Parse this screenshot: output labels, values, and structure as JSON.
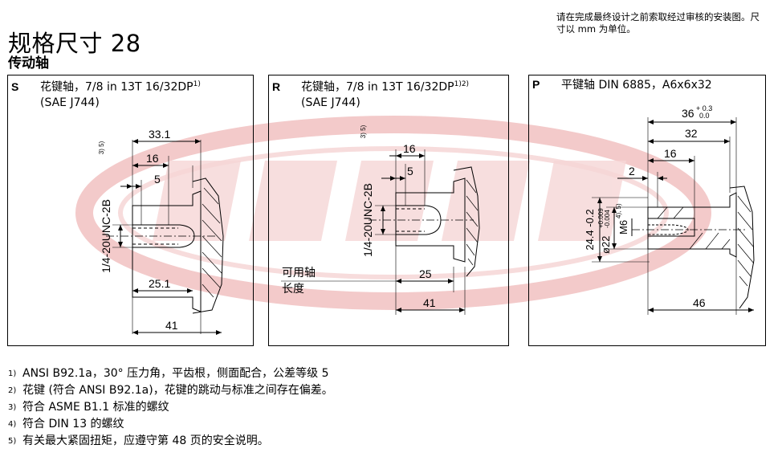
{
  "title": "规格尺寸 28",
  "top_note": "请在完成最终设计之前索取经过审核的安装图。尺寸以 mm 为单位。",
  "section_heading": "传动轴",
  "panels": [
    {
      "code": "S",
      "title": "花键轴，7/8 in 13T 16/32DP",
      "title_sup": "1)",
      "subtitle": "(SAE J744)",
      "dims": {
        "d1": "33.1",
        "d2": "16",
        "d3": "5",
        "d4": "25.1",
        "d5": "41",
        "thread": "1/4-20UNC-2B",
        "thread_sup": "3) 5)"
      }
    },
    {
      "code": "R",
      "title": "花键轴，7/8 in 13T 16/32DP",
      "title_sup": "1)2)",
      "subtitle": "(SAE J744)",
      "dims": {
        "d1": "16",
        "d2": "5",
        "d3": "25",
        "d4": "41",
        "thread": "1/4-20UNC-2B",
        "thread_sup": "3) 5)",
        "usable_label_1": "可用轴",
        "usable_label_2": "长度"
      }
    },
    {
      "code": "P",
      "title": "平键轴 DIN 6885，A6x6x32",
      "title_sup": "",
      "subtitle": "",
      "dims": {
        "d1": "36",
        "d1_tol_up": "+ 0.3",
        "d1_tol_lo": "0.0",
        "d2": "32",
        "d3": "16",
        "d4": "2",
        "d5": "46",
        "v1": "24.4 -0.2",
        "v2": "ø22",
        "v2_tol_up": "+0.009",
        "v2_tol_lo": "-0.004",
        "thread": "M6",
        "thread_sup": "4), 5)"
      }
    }
  ],
  "footnotes": [
    {
      "mark": "1)",
      "text": "ANSI B92.1a，30° 压力角，平齿根，侧面配合，公差等级 5"
    },
    {
      "mark": "2)",
      "text": "花键 (符合 ANSI B92.1a)，花键的跳动与标准之间存在偏差。"
    },
    {
      "mark": "3)",
      "text": "符合 ASME B1.1 标准的螺纹"
    },
    {
      "mark": "4)",
      "text": "符合 DIN 13 的螺纹"
    },
    {
      "mark": "5)",
      "text": "有关最大紧固扭矩，应遵守第 48 页的安全说明。"
    }
  ],
  "colors": {
    "watermark": "#f3c7c7",
    "line": "#000000",
    "hatch": "#000000"
  }
}
